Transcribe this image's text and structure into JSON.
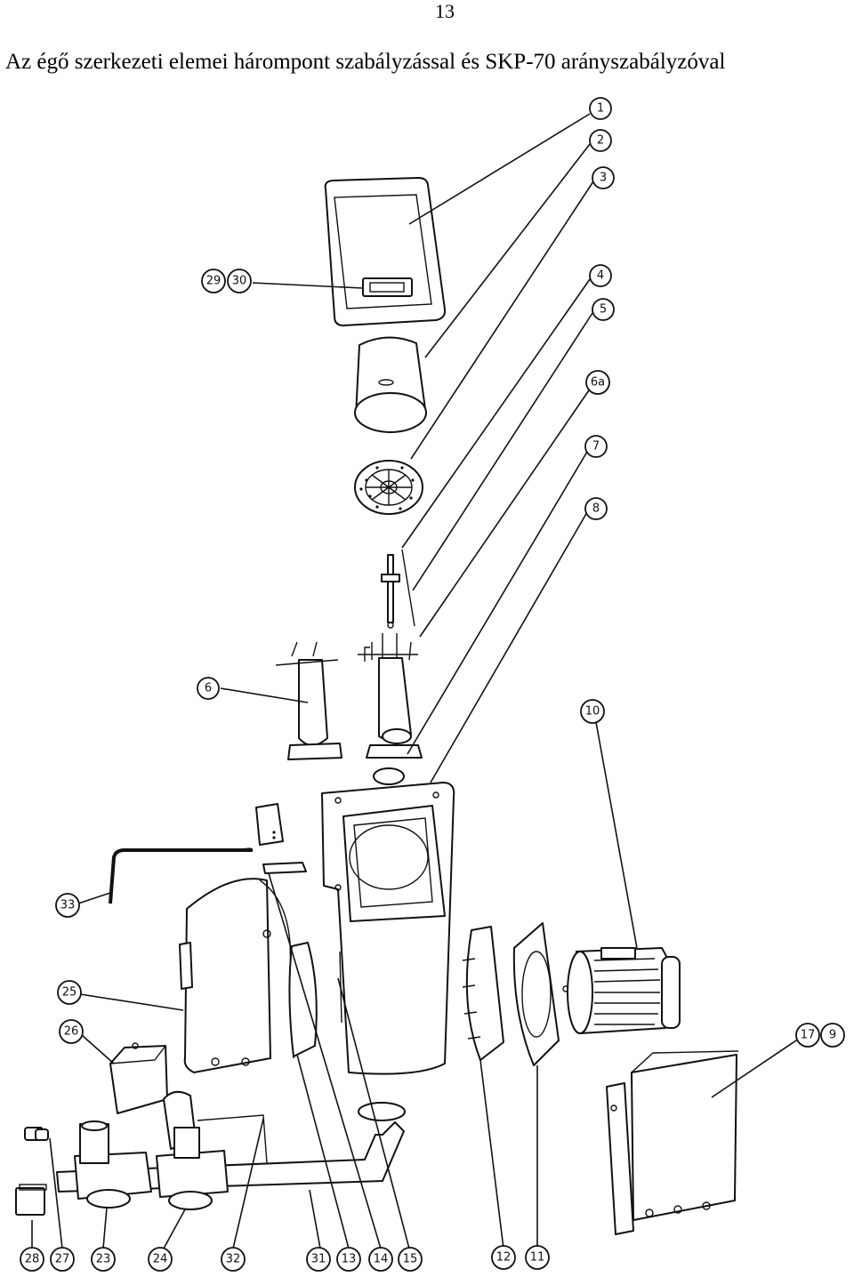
{
  "page": {
    "number": "13"
  },
  "title": "Az égő szerkezeti elemei hárompont szabályzással és SKP-70 arányszabályzóval",
  "callouts": [
    {
      "id": "c1",
      "label": "1"
    },
    {
      "id": "c2",
      "label": "2"
    },
    {
      "id": "c3",
      "label": "3"
    },
    {
      "id": "c4",
      "label": "4"
    },
    {
      "id": "c5",
      "label": "5"
    },
    {
      "id": "c6a",
      "label": "6a"
    },
    {
      "id": "c7",
      "label": "7"
    },
    {
      "id": "c8",
      "label": "8"
    },
    {
      "id": "c29",
      "label": "29"
    },
    {
      "id": "c30",
      "label": "30"
    },
    {
      "id": "c6",
      "label": "6"
    },
    {
      "id": "c10",
      "label": "10"
    },
    {
      "id": "c33",
      "label": "33"
    },
    {
      "id": "c25",
      "label": "25"
    },
    {
      "id": "c26",
      "label": "26"
    },
    {
      "id": "c17",
      "label": "17"
    },
    {
      "id": "c9",
      "label": "9"
    },
    {
      "id": "c28",
      "label": "28"
    },
    {
      "id": "c27",
      "label": "27"
    },
    {
      "id": "c23",
      "label": "23"
    },
    {
      "id": "c24",
      "label": "24"
    },
    {
      "id": "c32",
      "label": "32"
    },
    {
      "id": "c31",
      "label": "31"
    },
    {
      "id": "c13",
      "label": "13"
    },
    {
      "id": "c14",
      "label": "14"
    },
    {
      "id": "c15",
      "label": "15"
    },
    {
      "id": "c12",
      "label": "12"
    },
    {
      "id": "c11",
      "label": "11"
    }
  ]
}
